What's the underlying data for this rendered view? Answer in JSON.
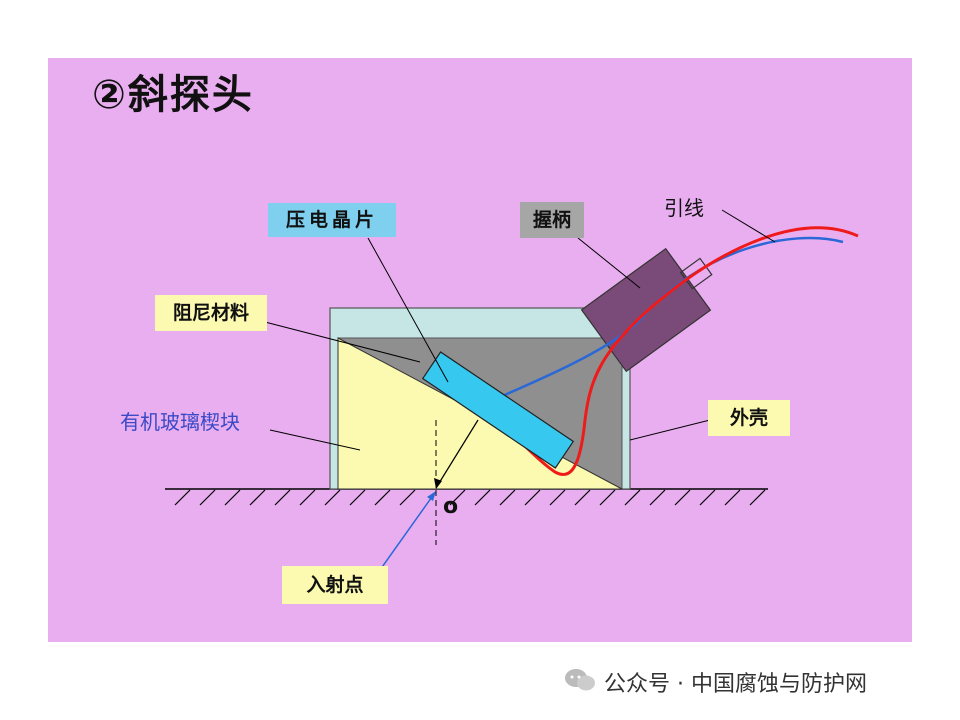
{
  "title": "②斜探头",
  "labels": {
    "piezo_crystal": "压电晶片",
    "handle": "握柄",
    "lead_wire": "引线",
    "damping_material": "阻尼材料",
    "wedge": "有机玻璃楔块",
    "shell": "外壳",
    "point_o": "o",
    "incidence_point": "入射点"
  },
  "footer": {
    "text": "公众号 · 中国腐蚀与防护网"
  },
  "colors": {
    "slide_bg": "#e9aef0",
    "wedge_yellow": "#fbfab0",
    "shell_cyan": "#c6e6e6",
    "damping_gray": "#8f8f8f",
    "crystal_blue": "#37c8ef",
    "handle_purple": "#7a4b78",
    "label_blue_bg": "#7fd0ef",
    "label_gray_bg": "#a6a6a6",
    "label_yellow_bg": "#fbfab0",
    "wedge_text_blue": "#3a49c6",
    "wire_red": "#ef1a1a",
    "wire_blue": "#2a68d8"
  }
}
